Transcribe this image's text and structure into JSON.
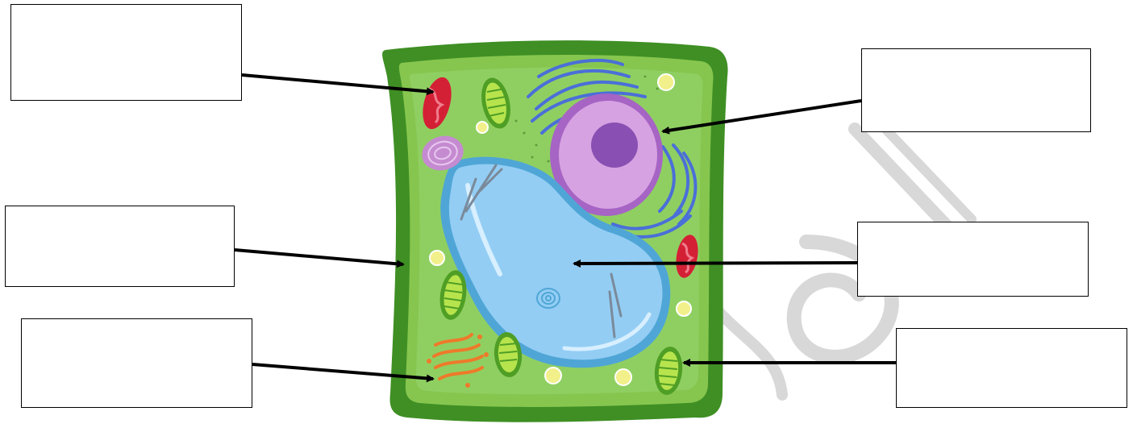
{
  "diagram": {
    "subject": "plant cell",
    "labels": [
      {
        "id": "box-1",
        "text": ""
      },
      {
        "id": "box-2",
        "text": ""
      },
      {
        "id": "box-3",
        "text": ""
      },
      {
        "id": "box-4",
        "text": ""
      },
      {
        "id": "box-5",
        "text": ""
      },
      {
        "id": "box-6",
        "text": ""
      }
    ]
  },
  "colors": {
    "cell_wall": "#3f8f24",
    "membrane": "#86c64f",
    "cytoplasm": "#8fcf62",
    "vacuole": "#93cdf4",
    "nucleus": "#c986d8",
    "nucleolus": "#8a4fb2",
    "er": "#4a6fd8",
    "chloroplast": "#4f9e25",
    "mitochondrion": "#d42035",
    "golgi": "#ee7a2a",
    "arrow": "#000000"
  }
}
